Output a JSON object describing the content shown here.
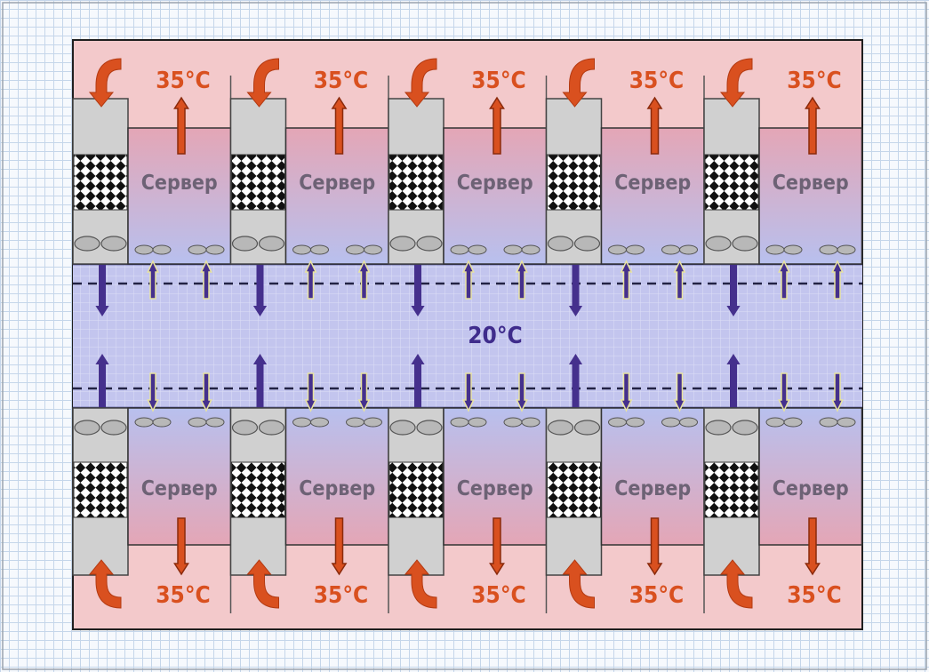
{
  "diagram": {
    "server_label": "Сервер",
    "hot_label": "35°C",
    "cold_label": "20°C",
    "columns": 5,
    "rows": [
      "top",
      "bottom"
    ]
  },
  "colors": {
    "hot_zone": "#f3c9cb",
    "cold_aisle": "#c3c5ee",
    "hot_text": "#d9501f",
    "cold_text": "#3f2c8c",
    "hot_arrow": "#d9501f",
    "cold_arrow": "#45308d",
    "unit_gray": "#d0d0d0"
  },
  "icons": {
    "hot_air_up": "arrow-up-icon",
    "hot_air_down": "arrow-down-icon",
    "return_air": "curved-arrow-icon",
    "cold_air": "cold-arrow-icon",
    "fan": "fan-icon",
    "coil": "checker-coil-icon"
  }
}
